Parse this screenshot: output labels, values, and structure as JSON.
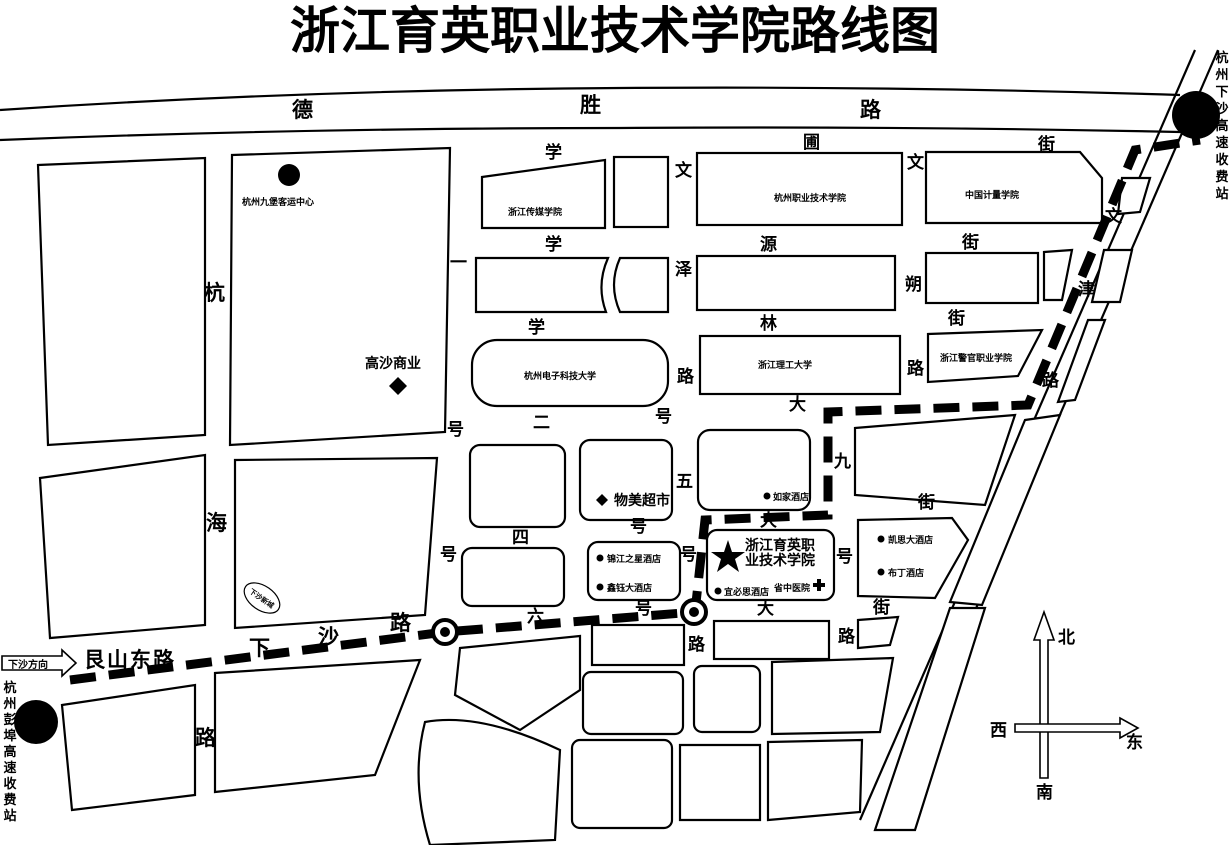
{
  "title": "浙江育英职业技术学院路线图",
  "roads": {
    "desheng": [
      "德",
      "胜",
      "路"
    ],
    "xueyuan_top": [
      "学",
      "圃",
      "街"
    ],
    "xueyuan_mid": [
      "学",
      "源",
      "街"
    ],
    "xuelin": [
      "学",
      "林",
      "街"
    ],
    "wenze": [
      "文",
      "泽",
      "路"
    ],
    "wenshuo": [
      "文",
      "朔",
      "路"
    ],
    "wenjin": [
      "文",
      "津",
      "路"
    ],
    "haihai": [
      "杭",
      "海",
      "路"
    ],
    "yi_hao": "一",
    "er_hao": [
      "号",
      "二",
      "号"
    ],
    "wu_hao": [
      "五",
      "号"
    ],
    "si_hao": [
      "四",
      "号"
    ],
    "liu_hao": [
      "六",
      "号"
    ],
    "jiu_hao_da": [
      "大",
      "九",
      "街"
    ],
    "da_hao_si": [
      "号",
      "大",
      "号"
    ],
    "da_lu": [
      "大",
      "路",
      "街"
    ],
    "genshan": "艮山东路",
    "xiasha": [
      "下",
      "沙",
      "路"
    ],
    "lu_left": "路",
    "lu_mid": "路"
  },
  "places": {
    "jiubao": "杭州九堡客运中心",
    "gaosha": "高沙商业",
    "chuanmei": "浙江传媒学院",
    "zhiyuan": "杭州职业技术学院",
    "jiliang": "中国计量学院",
    "dianzi": "杭州电子科技大学",
    "ligong": "浙江理工大学",
    "jingguan": "浙江警官职业学院",
    "wumei": "物美超市",
    "rujia": "如家酒店",
    "zhejiangzhixing": "锦江之星酒店",
    "xinyu": "鑫钰大酒店",
    "yubisi": "宜必思酒店",
    "hospital": "省中医院",
    "kaisi": "凯思大酒店",
    "buding": "布丁酒店",
    "xiasha_xincheng": "下沙新城",
    "school": "浙江育英职业技术学院",
    "school_line1": "浙江育英职",
    "school_line2": "业技术学院"
  },
  "stations": {
    "xiasha_toll": "杭州下沙高速收费站",
    "pengbu_toll": "杭州彭埠高速收费站",
    "xiasha_dir": "下沙方向"
  },
  "compass": {
    "north": "北",
    "south": "南",
    "east": "东",
    "west": "西"
  }
}
